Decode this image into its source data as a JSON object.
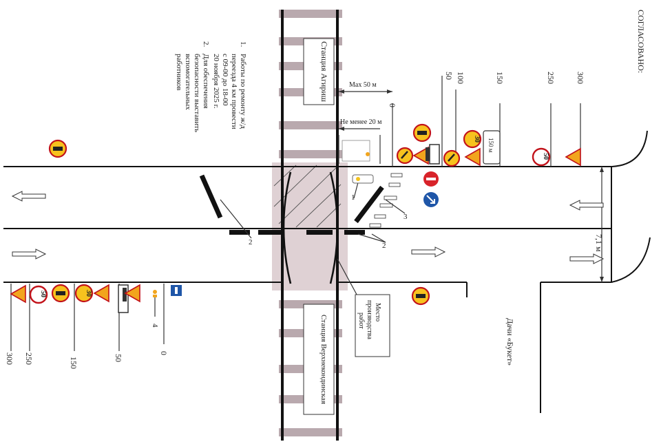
{
  "header": {
    "approval": "СОГЛАСОВАНО:"
  },
  "notes": {
    "n1_num": "1.",
    "n1_l1": "Работы по ремонту ж/д",
    "n1_l2": "переезда 4 км провести",
    "n1_l3": "с 09-00 до 18-00",
    "n1_l4": "20 ноября 2025 г.",
    "n2_num": "2.",
    "n2_l1": "Для обеспечения",
    "n2_l2": "безопасности выставить",
    "n2_l3": "вспомогательных",
    "n2_l4": "работников"
  },
  "stations": {
    "north": "Станция Агириш",
    "south": "Станция Верхнекондинская"
  },
  "distances": {
    "top": [
      "0",
      "50",
      "100",
      "150",
      "250",
      "300"
    ],
    "bottom": [
      "300",
      "250",
      "150",
      "50",
      "0"
    ],
    "max": "Max 50 м",
    "min": "Не менее 20 м",
    "road_width": "7,1 м"
  },
  "signs": {
    "speed30": "30",
    "speed50": "50",
    "plate150": "150 м"
  },
  "labels": {
    "work_zone_l1": "Место",
    "work_zone_l2": "производства",
    "work_zone_l3": "работ",
    "dachi": "Дачи «Букет»",
    "callout_1": "1",
    "callout_2a": "2",
    "callout_2b": "2",
    "callout_3": "3",
    "callout_4a": "4",
    "callout_4b": "4"
  },
  "colors": {
    "sign_fill": "#f2a51d",
    "sign_border": "#c2121a",
    "no_entry": "#d8232a",
    "blue": "#1f56a8",
    "work_zone": "#d7c6c9"
  },
  "icons": [
    "road-works-sign",
    "speed-limit-sign",
    "no-entry-sign",
    "keep-right-sign",
    "dead-end-sign",
    "barrier",
    "traffic-light"
  ]
}
